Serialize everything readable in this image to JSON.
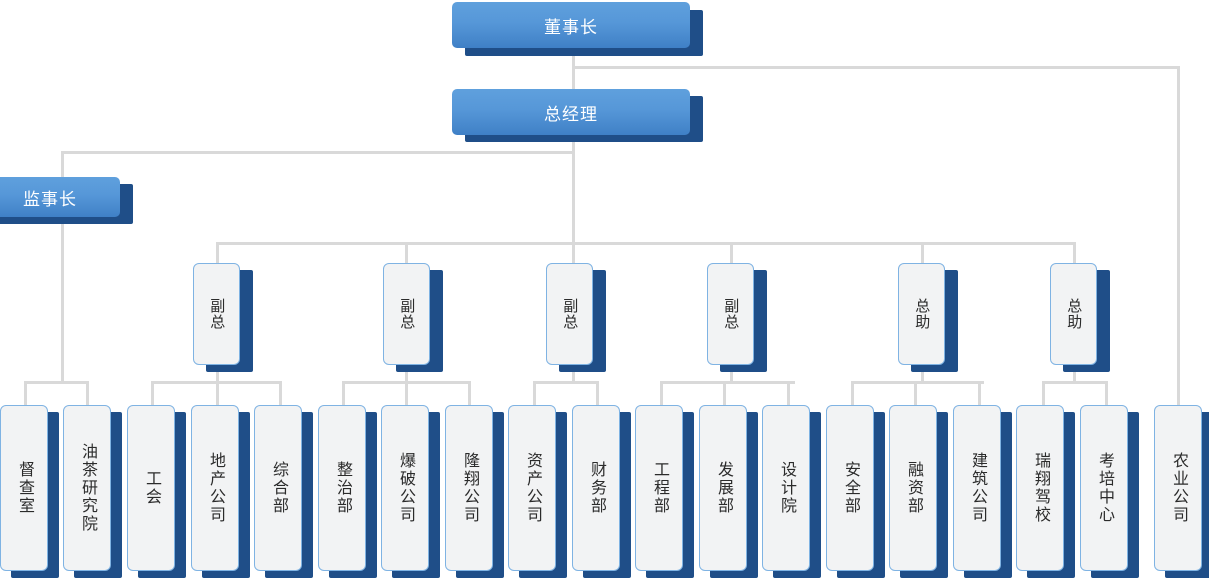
{
  "diagram": {
    "type": "organization-chart",
    "title_visible": false,
    "colors": {
      "exec_fill_top": "#5fa0dd",
      "exec_fill_bottom": "#3f80c6",
      "exec_text": "#ffffff",
      "node_fill": "#f2f3f4",
      "node_border": "#7fb3e3",
      "node_text": "#2b2b2b",
      "shadow": "#1f4e88",
      "connector": "#d9d9d9",
      "background": "#ffffff"
    },
    "levels": {
      "level1": "chairman",
      "level2": "general-manager",
      "level3": "supervisor-and-deputies",
      "level4": "departments"
    },
    "executives": [
      {
        "id": "chairman",
        "label": "董事长"
      },
      {
        "id": "general-manager",
        "label": "总经理"
      },
      {
        "id": "supervisor",
        "label": "监事长"
      }
    ],
    "managers": [
      {
        "id": "deputy-1",
        "label": "副总"
      },
      {
        "id": "deputy-2",
        "label": "副总"
      },
      {
        "id": "deputy-3",
        "label": "副总"
      },
      {
        "id": "deputy-4",
        "label": "副总"
      },
      {
        "id": "assistant-1",
        "label": "总助"
      },
      {
        "id": "assistant-2",
        "label": "总助"
      }
    ],
    "departments": [
      {
        "id": "dept-1",
        "label": "督查室",
        "parent": "supervisor"
      },
      {
        "id": "dept-2",
        "label": "油茶研究院",
        "parent": "supervisor"
      },
      {
        "id": "dept-3",
        "label": "工会",
        "parent": "deputy-1"
      },
      {
        "id": "dept-4",
        "label": "地产公司",
        "parent": "deputy-1"
      },
      {
        "id": "dept-5",
        "label": "综合部",
        "parent": "deputy-1"
      },
      {
        "id": "dept-6",
        "label": "整治部",
        "parent": "deputy-2"
      },
      {
        "id": "dept-7",
        "label": "爆破公司",
        "parent": "deputy-2"
      },
      {
        "id": "dept-8",
        "label": "隆翔公司",
        "parent": "deputy-2"
      },
      {
        "id": "dept-9",
        "label": "资产公司",
        "parent": "deputy-3"
      },
      {
        "id": "dept-10",
        "label": "财务部",
        "parent": "deputy-3"
      },
      {
        "id": "dept-11",
        "label": "工程部",
        "parent": "deputy-4"
      },
      {
        "id": "dept-12",
        "label": "发展部",
        "parent": "deputy-4"
      },
      {
        "id": "dept-13",
        "label": "设计院",
        "parent": "deputy-4"
      },
      {
        "id": "dept-14",
        "label": "安全部",
        "parent": "assistant-1"
      },
      {
        "id": "dept-15",
        "label": "融资部",
        "parent": "assistant-1"
      },
      {
        "id": "dept-16",
        "label": "建筑公司",
        "parent": "assistant-1"
      },
      {
        "id": "dept-17",
        "label": "瑞翔驾校",
        "parent": "assistant-2"
      },
      {
        "id": "dept-18",
        "label": "考培中心",
        "parent": "assistant-2"
      },
      {
        "id": "dept-19",
        "label": "农业公司",
        "parent": "chairman"
      }
    ]
  }
}
